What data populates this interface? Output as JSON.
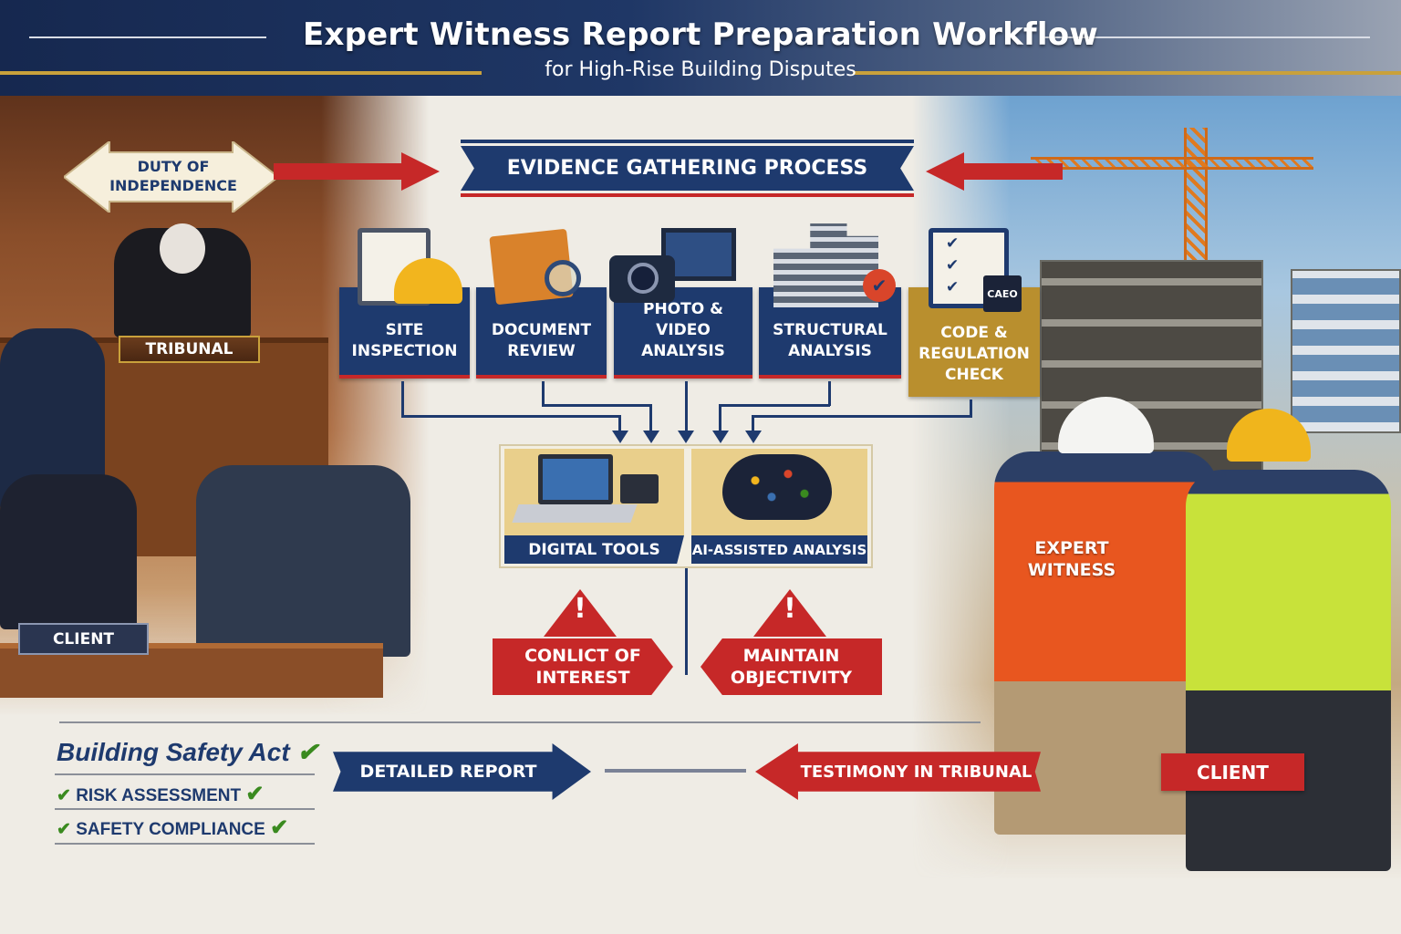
{
  "header": {
    "title": "Expert Witness Report Preparation Workflow",
    "subtitle": "for High-Rise Building Disputes"
  },
  "colors": {
    "navy": "#1e3a6e",
    "red": "#c62828",
    "gold": "#b98f2e",
    "green": "#3a8a1f"
  },
  "courtroom": {
    "duty_label": "DUTY OF INDEPENDENCE",
    "tribunal_label": "TRIBUNAL",
    "client_label": "CLIENT"
  },
  "evidence": {
    "title": "EVIDENCE GATHERING PROCESS",
    "steps": [
      {
        "label": "SITE INSPECTION",
        "icon": "clipboard-hardhat-icon"
      },
      {
        "label": "DOCUMENT REVIEW",
        "icon": "folder-magnifier-icon"
      },
      {
        "label": "PHOTO & VIDEO ANALYSIS",
        "icon": "camera-monitor-icon"
      },
      {
        "label": "STRUCTURAL ANALYSIS",
        "icon": "buildings-check-icon"
      },
      {
        "label": "CODE & REGULATION CHECK",
        "icon": "checklist-binder-icon",
        "badge": "CAEO"
      }
    ]
  },
  "analysis": {
    "digital_tools": "DIGITAL TOOLS",
    "ai_analysis": "AI-ASSISTED ANALYSIS"
  },
  "warnings": [
    {
      "label": "CONLICT OF INTEREST"
    },
    {
      "label": "MAINTAIN OBJECTIVITY"
    }
  ],
  "compliance": {
    "title": "Building Safety Act",
    "items": [
      "RISK ASSESSMENT",
      "SAFETY COMPLIANCE"
    ]
  },
  "flow": {
    "report": "DETAILED REPORT",
    "testimony": "TESTIMONY IN TRIBUNAL"
  },
  "site": {
    "expert_label": "EXPERT WITNESS",
    "client_label": "CLIENT"
  }
}
